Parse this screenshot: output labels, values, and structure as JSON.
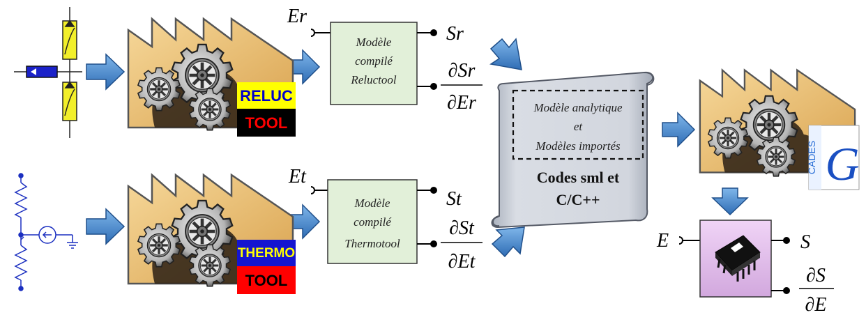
{
  "tools": {
    "reluc": {
      "top": "RELUC",
      "bottom": "TOOL",
      "top_bg": "#ffff00",
      "top_fg": "#0000cc",
      "bottom_bg": "#000000",
      "bottom_fg": "#ff0000"
    },
    "thermo": {
      "top": "THERMO",
      "bottom": "TOOL",
      "top_bg": "#1515d0",
      "top_fg": "#ffff00",
      "bottom_bg": "#ff0000",
      "bottom_fg": "#000000"
    },
    "cades": {
      "side": "CADES",
      "letter": "G"
    }
  },
  "reluc_model": {
    "input": "Er",
    "output": "Sr",
    "deriv_num": "∂Sr",
    "deriv_den": "∂Er",
    "line1": "Modèle",
    "line2": "compilé",
    "line3": "Reluctool"
  },
  "thermo_model": {
    "input": "Et",
    "output": "St",
    "deriv_num": "∂St",
    "deriv_den": "∂Et",
    "line1": "Modèle",
    "line2": "compilé",
    "line3": "Thermotool"
  },
  "scroll": {
    "inner1": "Modèle analytique",
    "inner2": "et",
    "inner3": "Modèles importés",
    "code1": "Codes sml et",
    "code2": "C/C++"
  },
  "final_model": {
    "input": "E",
    "output": "S",
    "deriv_num": "∂S",
    "deriv_den": "∂E"
  },
  "colors": {
    "arrow": "#4a90d9",
    "factory": "#f0c070",
    "model_box": "#e2f0d9",
    "scroll": "#c8cdd6",
    "chip_bg": "#e8c8f0"
  }
}
